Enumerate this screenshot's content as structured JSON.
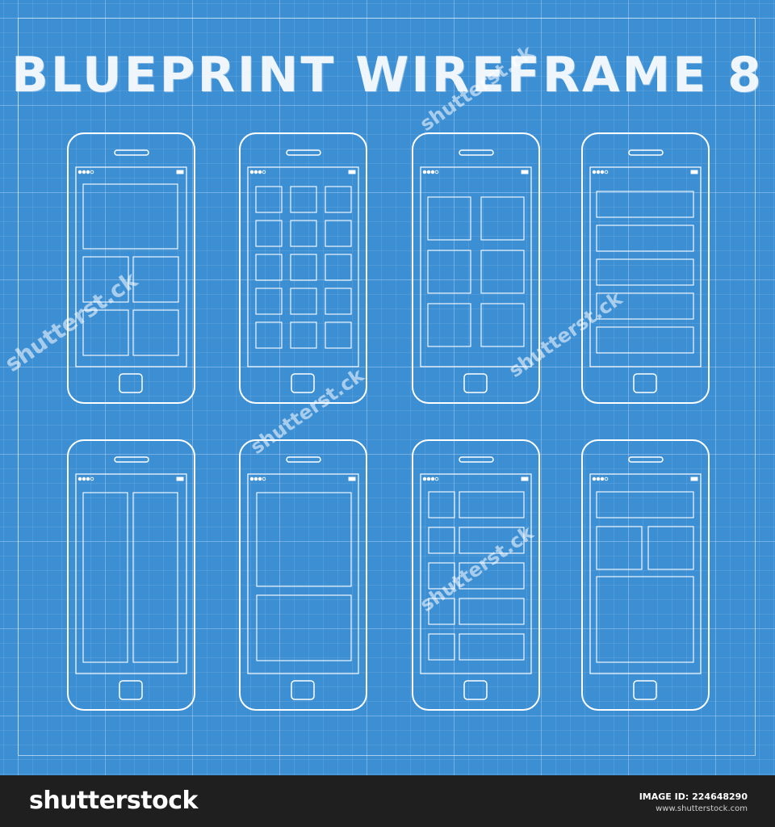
{
  "title": "BLUEPRINT WIREFRAME 8",
  "colors": {
    "background": "#3d8fd4",
    "line": "#ffffff",
    "footer": "#1f1f1f"
  },
  "watermark_text": "shutterst",
  "watermark_mark": "ck",
  "footer": {
    "brand": "shutterstock",
    "image_id_label": "IMAGE ID:",
    "image_id": "224648290",
    "site": "www.shutterstock.com"
  },
  "phones": [
    {
      "name": "hero-with-2x2-grid"
    },
    {
      "name": "3x5-icon-grid"
    },
    {
      "name": "2x3-tile-grid"
    },
    {
      "name": "5-row-list"
    },
    {
      "name": "two-columns"
    },
    {
      "name": "two-stacked-panels"
    },
    {
      "name": "thumbnail-list"
    },
    {
      "name": "banner-split-panel"
    }
  ]
}
